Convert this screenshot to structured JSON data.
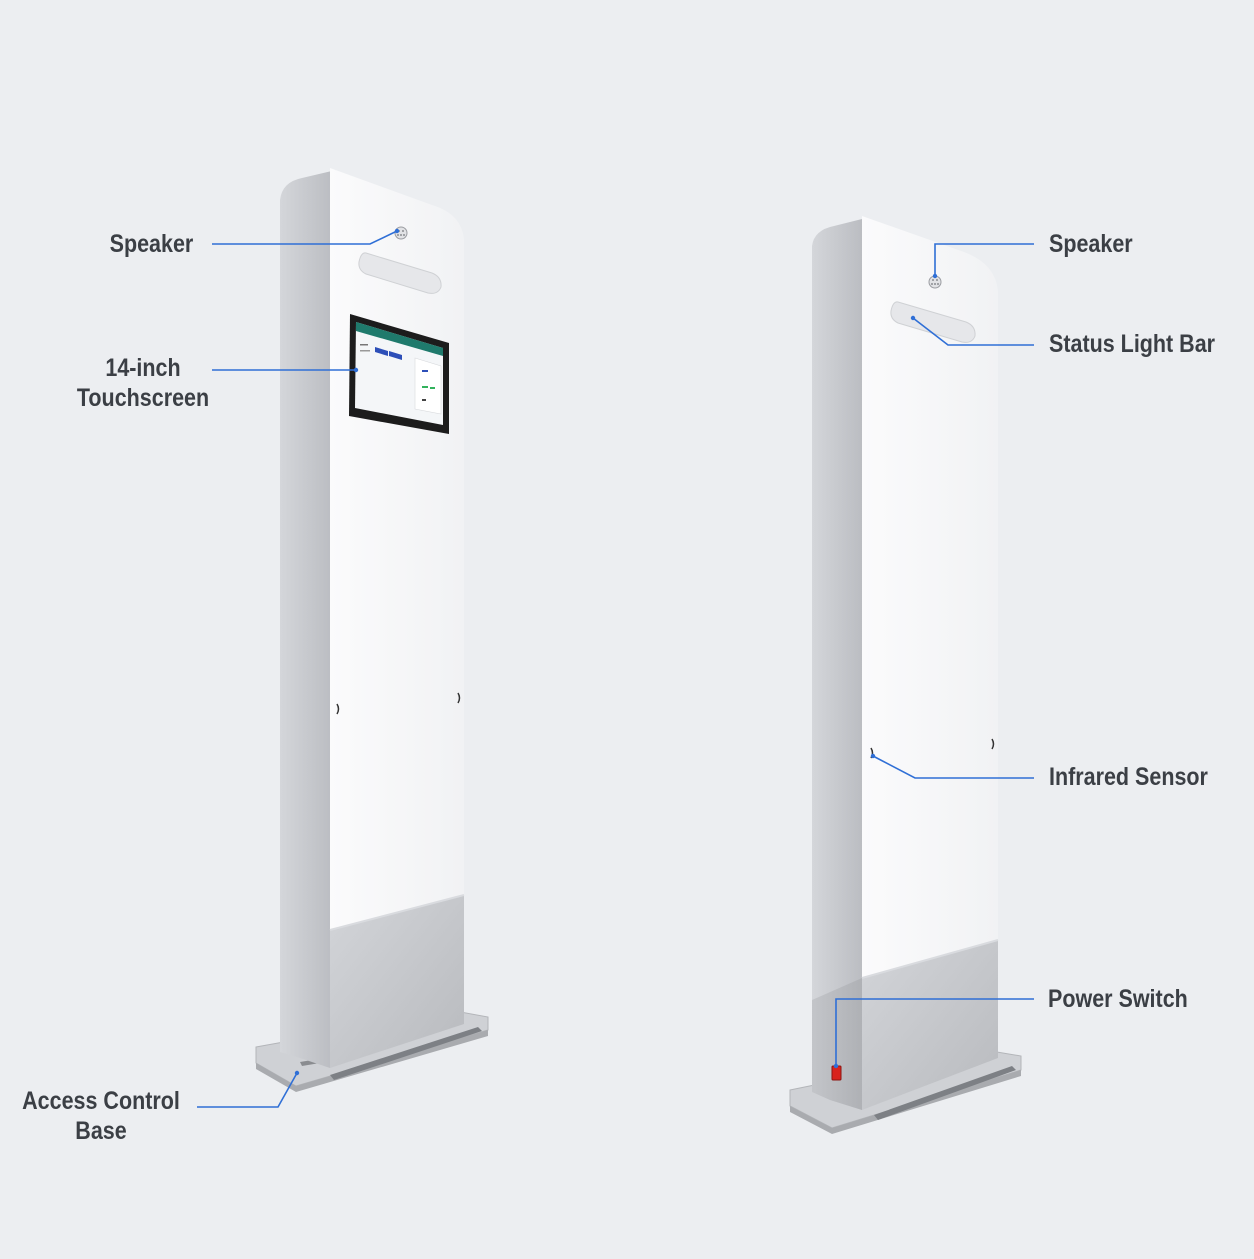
{
  "callouts": {
    "speaker_left": "Speaker",
    "touchscreen_line1": "14-inch",
    "touchscreen_line2": "Touchscreen",
    "base_line1": "Access Control",
    "base_line2": "Base",
    "speaker_right": "Speaker",
    "status_light_bar": "Status Light Bar",
    "infrared_sensor": "Infrared Sensor",
    "power_switch": "Power Switch"
  },
  "colors": {
    "background": "#eceef1",
    "leader_line": "#2f6fd6",
    "label_text": "#3b3f45",
    "panel_white": "#f7f7f8",
    "side_gray": "#c9cbcf",
    "steel": "#c3c5c9",
    "power_switch": "#d9231d",
    "screen_bezel": "#1c1c1c",
    "screen_header": "#1f7a6c"
  }
}
